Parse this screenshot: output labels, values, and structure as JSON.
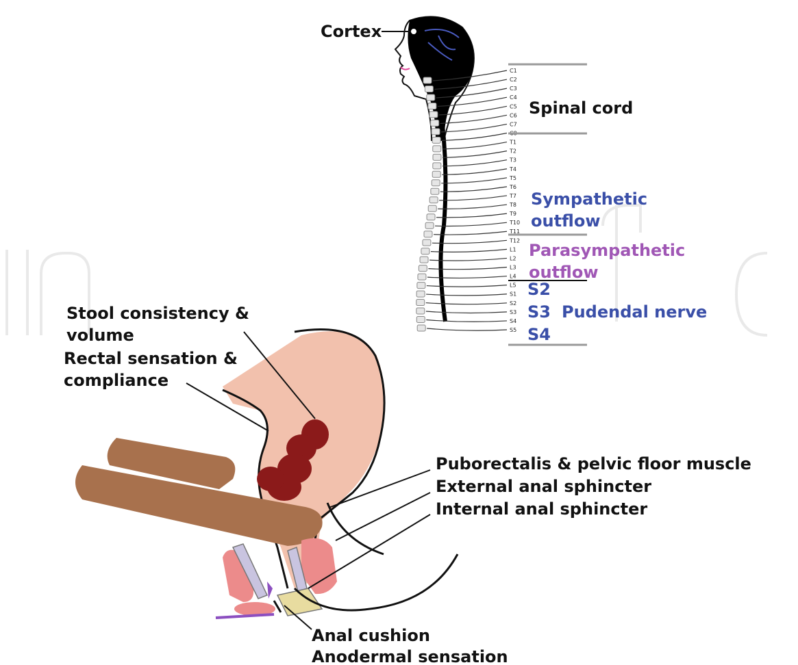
{
  "labels": {
    "cortex": "Cortex",
    "spinal_cord": "Spinal cord",
    "sympathetic_1": "Sympathetic",
    "sympathetic_2": "outflow",
    "parasympathetic_1": "Parasympathetic",
    "parasympathetic_2": "outflow",
    "s2": "S2",
    "s3": "S3",
    "s4": "S4",
    "pudendal": "Pudendal nerve",
    "stool_1": "Stool consistency &",
    "stool_2": "volume",
    "rectal_1": "Rectal sensation &",
    "rectal_2": "compliance",
    "puborectalis": "Puborectalis & pelvic floor muscle",
    "external": "External anal sphincter",
    "internal": "Internal anal sphincter",
    "anal_cushion": "Anal cushion",
    "anodermal": "Anodermal sensation"
  },
  "segments": [
    "C1",
    "C2",
    "C3",
    "C4",
    "C5",
    "C6",
    "C7",
    "C8",
    "T1",
    "T2",
    "T3",
    "T4",
    "T5",
    "T6",
    "T7",
    "T8",
    "T9",
    "T10",
    "T11",
    "T12",
    "L1",
    "L2",
    "L3",
    "L4",
    "L5",
    "S1",
    "S2",
    "S3",
    "S4",
    "S5"
  ],
  "colors": {
    "sympathetic": "#3a4fa8",
    "parasympathetic": "#a057b5",
    "rectum": "#f2c1ad",
    "stool": "#8b1a1a",
    "muscle": "#a8714d",
    "sphincter": "#ec8b8b",
    "cushion": "#e8dca0",
    "brain": "#000000"
  }
}
